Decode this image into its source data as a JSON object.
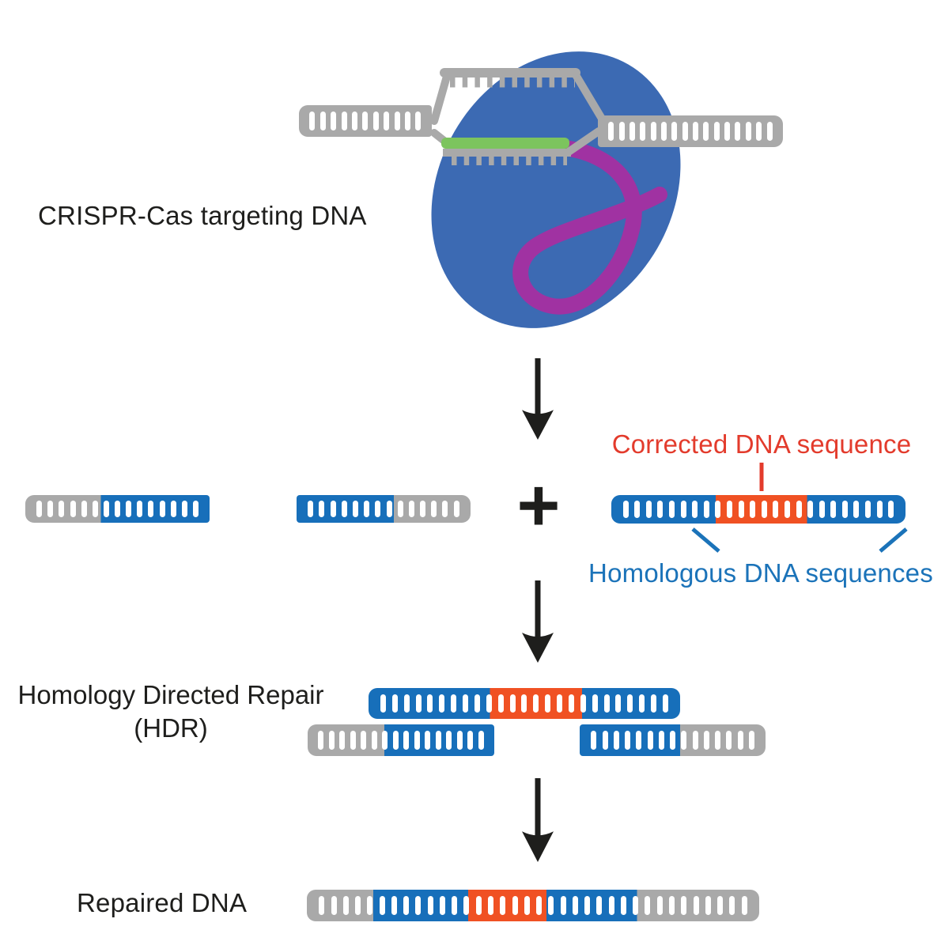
{
  "labels": {
    "crispr": "CRISPR-Cas targeting DNA",
    "corrected_dna": "Corrected DNA sequence",
    "homologous_dna": "Homologous DNA sequences",
    "hdr_line1": "Homology Directed Repair",
    "hdr_line2": "(HDR)",
    "repaired_dna": "Repaired DNA",
    "plus_sign": "+"
  },
  "icons": {
    "down_arrow": "↓",
    "plus": "+"
  },
  "colors": {
    "blue": "#176fba",
    "gray": "#a9a9a9",
    "orange": "#f05123",
    "green": "#7cc45e",
    "purple": "#a032a2",
    "blob": "#3c6ab3",
    "ink": "#1e1e1c",
    "red_label": "#e33b2c",
    "blue_label": "#1b73b9"
  },
  "dna_bars": {
    "top_left_ladder": {
      "rungs": 11,
      "segments": [
        {
          "color": "gray",
          "pct": 100
        }
      ]
    },
    "top_right_ladder": {
      "rungs": 16,
      "segments": [
        {
          "color": "gray",
          "pct": 100
        }
      ]
    },
    "cut_left_fragment": {
      "rungs": 15,
      "segments": [
        {
          "color": "gray",
          "pct": 41
        },
        {
          "color": "blue",
          "pct": 59
        }
      ]
    },
    "cut_right_fragment": {
      "rungs": 14,
      "segments": [
        {
          "color": "blue",
          "pct": 56
        },
        {
          "color": "gray",
          "pct": 44
        }
      ]
    },
    "donor_template": {
      "rungs": 24,
      "segments": [
        {
          "color": "blue",
          "pct": 35.5
        },
        {
          "color": "orange",
          "pct": 31
        },
        {
          "color": "blue",
          "pct": 33.5
        }
      ]
    },
    "hdr_template": {
      "rungs": 25,
      "segments": [
        {
          "color": "blue",
          "pct": 39
        },
        {
          "color": "orange",
          "pct": 29.5
        },
        {
          "color": "blue",
          "pct": 31.5
        }
      ]
    },
    "hdr_left_fragment": {
      "rungs": 16,
      "segments": [
        {
          "color": "gray",
          "pct": 41
        },
        {
          "color": "blue",
          "pct": 59
        }
      ]
    },
    "hdr_right_fragment": {
      "rungs": 15,
      "segments": [
        {
          "color": "blue",
          "pct": 54
        },
        {
          "color": "gray",
          "pct": 46
        }
      ]
    },
    "repaired_dna": {
      "rungs": 36,
      "segments": [
        {
          "color": "gray",
          "pct": 14.7
        },
        {
          "color": "blue",
          "pct": 21
        },
        {
          "color": "orange",
          "pct": 17.3
        },
        {
          "color": "blue",
          "pct": 20
        },
        {
          "color": "gray",
          "pct": 27
        }
      ]
    }
  }
}
